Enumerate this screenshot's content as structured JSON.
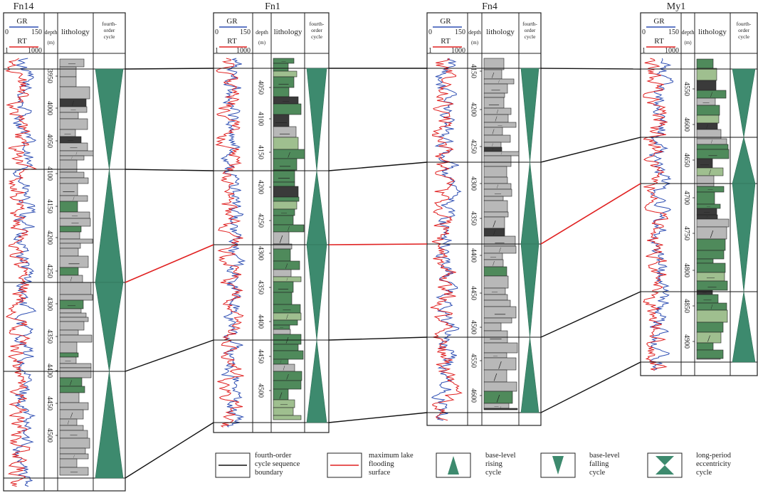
{
  "wells": [
    {
      "name": "Fn14",
      "depth_ticks": [
        "3950",
        "4000",
        "4050",
        "4100",
        "4150",
        "4200",
        "4250",
        "4300",
        "4350",
        "4400",
        "4450",
        "4500"
      ],
      "header": {
        "gr_label": "GR",
        "gr_min": "0",
        "gr_max": "150",
        "rt_label": "RT",
        "rt_min": "1",
        "rt_max": "1000",
        "depth_label": "depth",
        "depth_unit": "(m)",
        "lith_label": "lithology",
        "cycle_label": "fourth-order cycle"
      }
    },
    {
      "name": "Fn1",
      "depth_ticks": [
        "4050",
        "4100",
        "4150",
        "4200",
        "4250",
        "4300",
        "4350",
        "4400",
        "4450",
        "4500"
      ],
      "header": {
        "gr_label": "GR",
        "gr_min": "0",
        "gr_max": "150",
        "rt_label": "RT",
        "rt_min": "1",
        "rt_max": "1000",
        "depth_label": "depth",
        "depth_unit": "(m)",
        "lith_label": "lithology",
        "cycle_label": "fourth-order cycle"
      }
    },
    {
      "name": "Fn4",
      "depth_ticks": [
        "4150",
        "4200",
        "4250",
        "4300",
        "4350",
        "4400",
        "4450",
        "4500",
        "4550",
        "4600"
      ],
      "header": {
        "gr_label": "GR",
        "gr_min": "0",
        "gr_max": "150",
        "rt_label": "RT",
        "rt_min": "1",
        "rt_max": "1000",
        "depth_label": "depth",
        "depth_unit": "(m)",
        "lith_label": "lithology",
        "cycle_label": "fourth-order cycle"
      }
    },
    {
      "name": "My1",
      "depth_ticks": [
        "4550",
        "4600",
        "4650",
        "4700",
        "4750",
        "4800",
        "4850",
        "4900"
      ],
      "header": {
        "gr_label": "GR",
        "gr_min": "0",
        "gr_max": "150",
        "rt_label": "RT",
        "rt_min": "1",
        "rt_max": "1000",
        "depth_label": "depth",
        "depth_unit": "(m)",
        "lith_label": "lithology",
        "cycle_label": "fourth-order cycle"
      }
    }
  ],
  "legend": {
    "boundary": "fourth-order cycle sequence boundary",
    "flooding": "maximum lake flooding surface",
    "rising": "base-level rising cycle",
    "falling": "base-level falling cycle",
    "eccentricity": "long-period eccentricity cycle"
  },
  "colors": {
    "gr": "#2f4fb3",
    "rt": "#e02020",
    "cycle": "#3d8a6e",
    "flooding_line": "#e02020",
    "boundary_line": "#111111",
    "lith_gray": "#b8b8b8",
    "lith_green": "#4f8a5b",
    "lith_dark": "#3a3a3a",
    "lith_olive": "#9fbf8f"
  }
}
